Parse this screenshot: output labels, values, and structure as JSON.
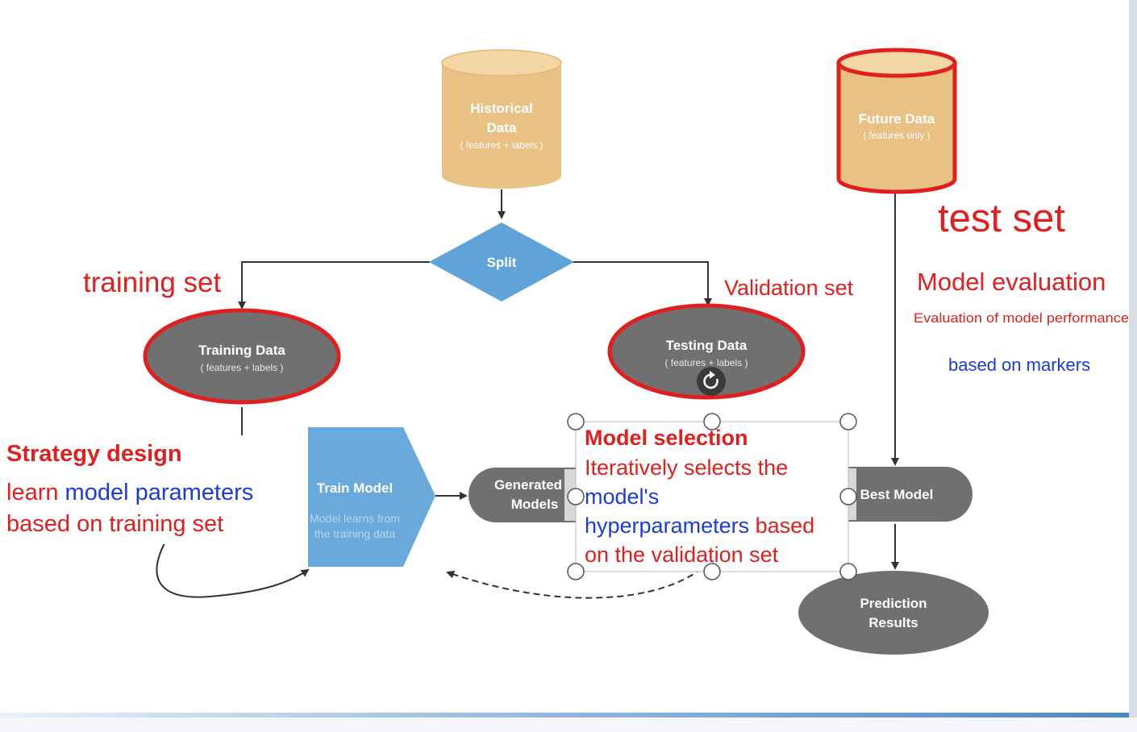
{
  "nodes": {
    "historical": {
      "title": "Historical",
      "title2": "Data",
      "sub": "( features + labels )"
    },
    "future": {
      "title": "Future Data",
      "sub": "( features only )"
    },
    "split": {
      "title": "Split"
    },
    "training": {
      "title": "Training Data",
      "sub": "( features + labels )"
    },
    "testing": {
      "title": "Testing Data",
      "sub": "( features + labels )"
    },
    "train_model": {
      "title": "Train Model",
      "sub1": "Model learns from",
      "sub2": "the training data"
    },
    "generated": {
      "title1": "Generated",
      "title2": "Models"
    },
    "best": {
      "title": "Best Model"
    },
    "prediction": {
      "title1": "Prediction",
      "title2": "Results"
    }
  },
  "annotations": {
    "training_set": "training set",
    "validation_set": "Validation set",
    "test_set": "test set",
    "model_evaluation": "Model evaluation",
    "evaluation_desc": "Evaluation of model performance",
    "based_on_markers": "based on markers",
    "strategy": {
      "title": "Strategy design",
      "line1_a": "learn ",
      "line1_b": "model parameters",
      "line2": "based on training set"
    },
    "selection": {
      "title": "Model selection",
      "line1": "Iteratively selects the",
      "line2": "model's",
      "line3_a": "hyperparameters",
      "line3_b": " based",
      "line4": "on the validation set"
    }
  },
  "colors": {
    "database": "#eac184",
    "database_text": "#ffffff",
    "diamond": "#5fa3d8",
    "gray_node": "#707070",
    "highlight_red": "#e0201f",
    "annotation_blue": "#1a3cdc",
    "train_model": "#6aa9db"
  }
}
